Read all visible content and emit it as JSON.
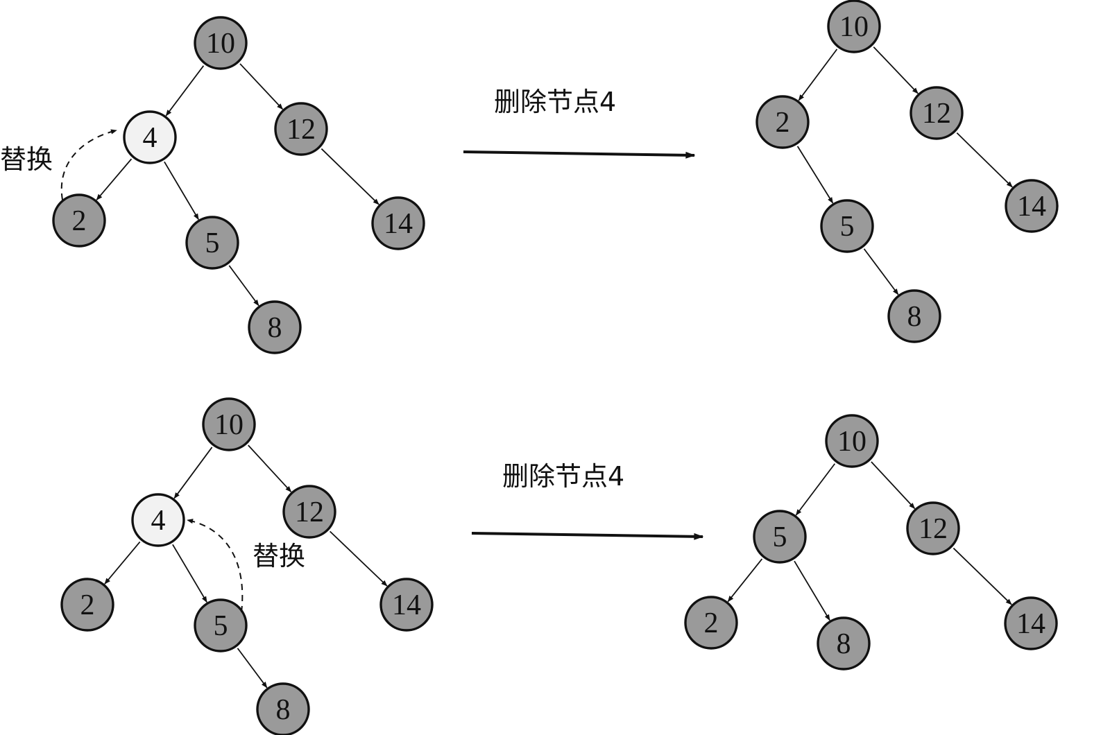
{
  "colors": {
    "node_fill": "#9a9a9a",
    "highlight_fill": "#f2f2f2",
    "stroke": "#111111",
    "background": "#ffffff"
  },
  "panels": [
    {
      "id": "top",
      "action_label": "删除节点4",
      "replace_label": "替换",
      "before": {
        "nodes": [
          {
            "id": "n10",
            "label": "10"
          },
          {
            "id": "n4",
            "label": "4",
            "highlight": true
          },
          {
            "id": "n12",
            "label": "12"
          },
          {
            "id": "n2",
            "label": "2"
          },
          {
            "id": "n5",
            "label": "5"
          },
          {
            "id": "n14",
            "label": "14"
          },
          {
            "id": "n8",
            "label": "8"
          }
        ],
        "edges": [
          [
            "n10",
            "n4"
          ],
          [
            "n10",
            "n12"
          ],
          [
            "n4",
            "n2"
          ],
          [
            "n4",
            "n5"
          ],
          [
            "n12",
            "n14"
          ],
          [
            "n5",
            "n8"
          ]
        ],
        "replace": {
          "from": "n2",
          "to": "n4"
        }
      },
      "after": {
        "nodes": [
          {
            "id": "n10",
            "label": "10"
          },
          {
            "id": "n2",
            "label": "2"
          },
          {
            "id": "n12",
            "label": "12"
          },
          {
            "id": "n5",
            "label": "5"
          },
          {
            "id": "n14",
            "label": "14"
          },
          {
            "id": "n8",
            "label": "8"
          }
        ],
        "edges": [
          [
            "n10",
            "n2"
          ],
          [
            "n10",
            "n12"
          ],
          [
            "n2",
            "n5"
          ],
          [
            "n12",
            "n14"
          ],
          [
            "n5",
            "n8"
          ]
        ]
      }
    },
    {
      "id": "bottom",
      "action_label": "删除节点4",
      "replace_label": "替换",
      "before": {
        "nodes": [
          {
            "id": "n10",
            "label": "10"
          },
          {
            "id": "n4",
            "label": "4",
            "highlight": true
          },
          {
            "id": "n12",
            "label": "12"
          },
          {
            "id": "n2",
            "label": "2"
          },
          {
            "id": "n5",
            "label": "5"
          },
          {
            "id": "n14",
            "label": "14"
          },
          {
            "id": "n8",
            "label": "8"
          }
        ],
        "edges": [
          [
            "n10",
            "n4"
          ],
          [
            "n10",
            "n12"
          ],
          [
            "n4",
            "n2"
          ],
          [
            "n4",
            "n5"
          ],
          [
            "n12",
            "n14"
          ],
          [
            "n5",
            "n8"
          ]
        ],
        "replace": {
          "from": "n5",
          "to": "n4"
        }
      },
      "after": {
        "nodes": [
          {
            "id": "n10",
            "label": "10"
          },
          {
            "id": "n5",
            "label": "5"
          },
          {
            "id": "n12",
            "label": "12"
          },
          {
            "id": "n2",
            "label": "2"
          },
          {
            "id": "n8",
            "label": "8"
          },
          {
            "id": "n14",
            "label": "14"
          }
        ],
        "edges": [
          [
            "n10",
            "n5"
          ],
          [
            "n10",
            "n12"
          ],
          [
            "n5",
            "n2"
          ],
          [
            "n5",
            "n8"
          ],
          [
            "n12",
            "n14"
          ]
        ]
      }
    }
  ]
}
